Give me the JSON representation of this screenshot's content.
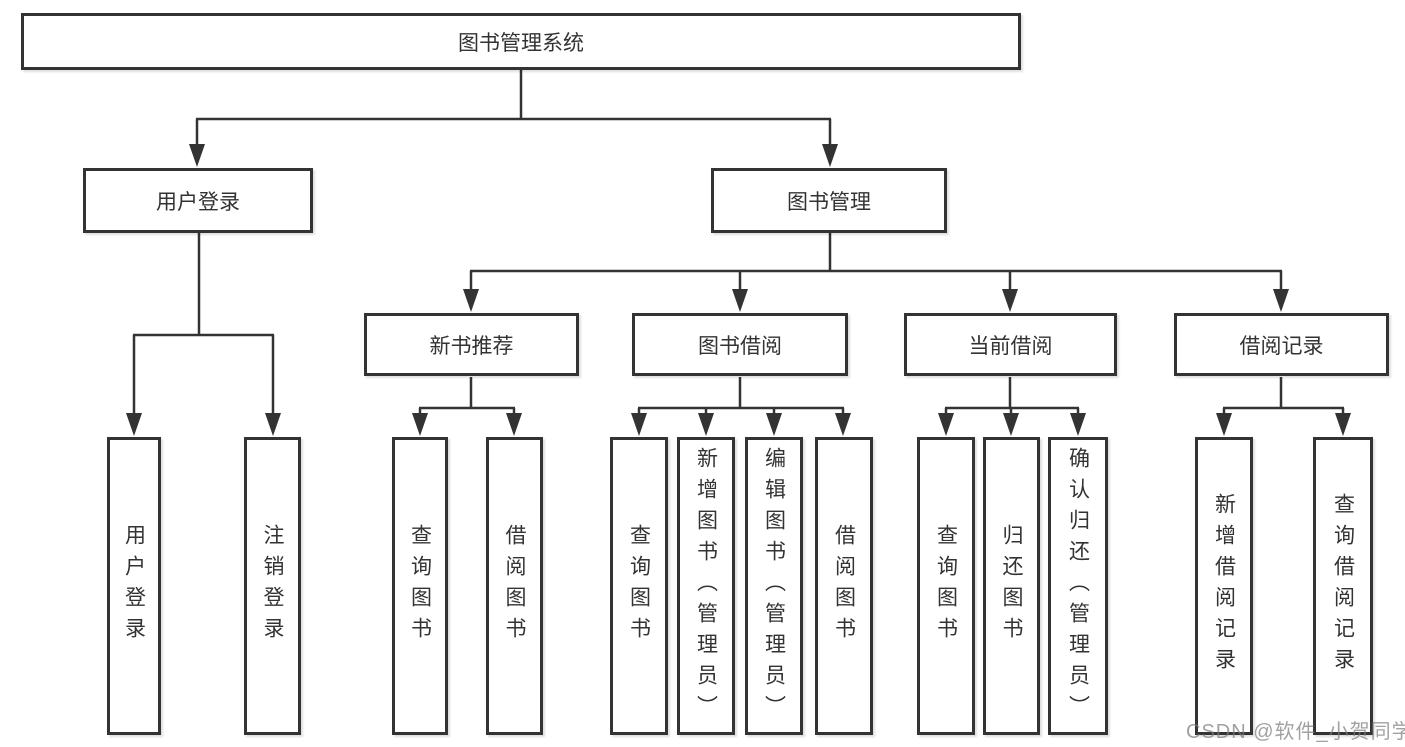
{
  "diagram": {
    "root": {
      "label": "图书管理系统"
    },
    "level2": [
      {
        "label": "用户登录"
      },
      {
        "label": "图书管理"
      }
    ],
    "level3": [
      {
        "label": "新书推荐"
      },
      {
        "label": "图书借阅"
      },
      {
        "label": "当前借阅"
      },
      {
        "label": "借阅记录"
      }
    ],
    "leaves": [
      {
        "label": "用户登录"
      },
      {
        "label": "注销登录"
      },
      {
        "label": "查询图书"
      },
      {
        "label": "借阅图书"
      },
      {
        "label": "查询图书"
      },
      {
        "label": "新增图书（管理员）"
      },
      {
        "label": "编辑图书（管理员）"
      },
      {
        "label": "借阅图书"
      },
      {
        "label": "查询图书"
      },
      {
        "label": "归还图书"
      },
      {
        "label": "确认归还（管理员）"
      },
      {
        "label": "新增借阅记录"
      },
      {
        "label": "查询借阅记录"
      }
    ],
    "hierarchy": {
      "图书管理系统": {
        "用户登录": [
          "用户登录",
          "注销登录"
        ],
        "图书管理": {
          "新书推荐": [
            "查询图书",
            "借阅图书"
          ],
          "图书借阅": [
            "查询图书",
            "新增图书（管理员）",
            "编辑图书（管理员）",
            "借阅图书"
          ],
          "当前借阅": [
            "查询图书",
            "归还图书",
            "确认归还（管理员）"
          ],
          "借阅记录": [
            "新增借阅记录",
            "查询借阅记录"
          ]
        }
      }
    },
    "colors": {
      "line": "#333333",
      "box_border": "#333333",
      "box_background": "#ffffff",
      "text": "#333333",
      "watermark": "#7d7d7d"
    }
  },
  "watermark": {
    "text": "CSDN @软件_小贺同学"
  }
}
